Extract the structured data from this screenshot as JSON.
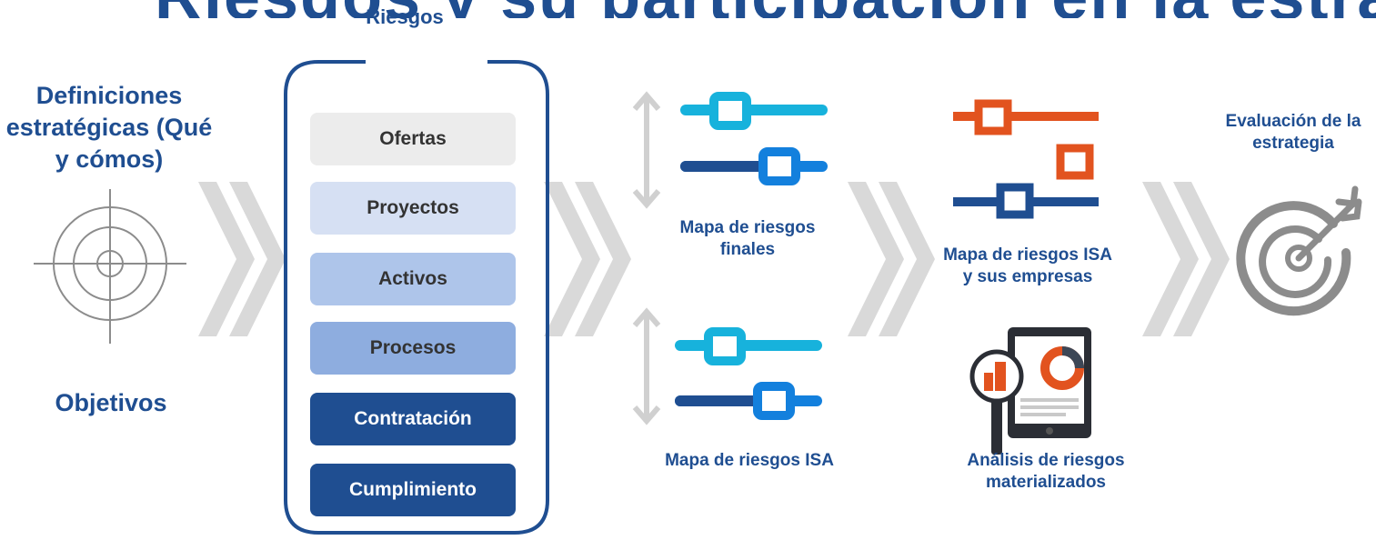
{
  "header": {
    "title_partial": "Riesgos y su participación en la estrategia",
    "riesgos_label": "Riesgos"
  },
  "left": {
    "definiciones_label": "Definiciones estratégicas (Qué y cómos)",
    "objetivos_label": "Objetivos"
  },
  "riesgos_boxes": [
    {
      "label": "Ofertas",
      "bg": "#ececec",
      "fg": "#333333"
    },
    {
      "label": "Proyectos",
      "bg": "#d6e0f3",
      "fg": "#333333"
    },
    {
      "label": "Activos",
      "bg": "#aec5ea",
      "fg": "#333333"
    },
    {
      "label": "Procesos",
      "bg": "#8eaddf",
      "fg": "#333333"
    },
    {
      "label": "Contratación",
      "bg": "#1f4e91",
      "fg": "#ffffff"
    },
    {
      "label": "Cumplimiento",
      "bg": "#1f4e91",
      "fg": "#ffffff"
    }
  ],
  "middle": {
    "mapa_finales_label": "Mapa de riesgos finales",
    "mapa_isa_label": "Mapa de riesgos ISA"
  },
  "right": {
    "mapa_empresas_label": "Mapa de riesgos ISA y sus empresas",
    "analisis_label": "Análisis de riesgos materializados",
    "evaluacion_label": "Evaluación de la estrategia"
  },
  "colors": {
    "brand_blue": "#1f4e91",
    "cyan": "#17b2dc",
    "mid_blue": "#1380dd",
    "orange": "#e2531f",
    "chevron_gray": "#d9d9d9",
    "icon_gray": "#8c8c8c"
  },
  "icons": [
    "crosshair-icon",
    "chevron-icon",
    "slider-icon",
    "double-arrow-icon",
    "tablet-chart-icon",
    "magnifier-icon",
    "target-arrow-icon"
  ]
}
